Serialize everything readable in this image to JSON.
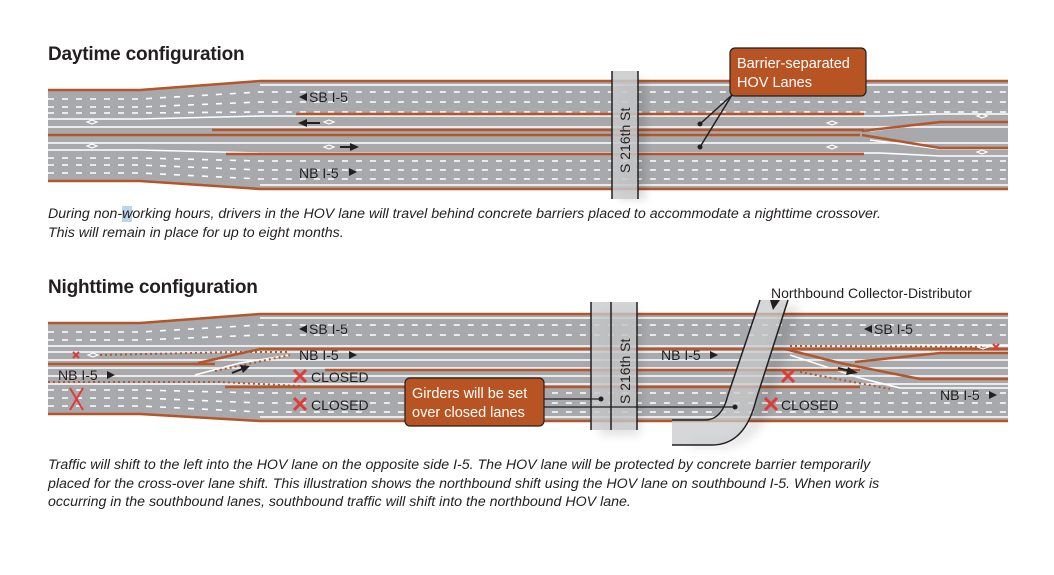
{
  "colors": {
    "road": "#a7a9ac",
    "barrier": "#b5562a",
    "lane_line": "#ffffff",
    "callout_fill": "#b85424",
    "closed_x": "#e03a3a",
    "text": "#231f20"
  },
  "daytime": {
    "title": "Daytime configuration",
    "labels": {
      "sb": "SB I-5",
      "nb": "NB I-5",
      "street": "S 216th St"
    },
    "callout": {
      "line1": "Barrier-separated",
      "line2": "HOV Lanes"
    },
    "caption": {
      "line1_pre": "During non-",
      "line1_hl": "w",
      "line1_post": "orking hours, drivers in the HOV lane will travel behind concrete barriers placed to accommodate a nighttime crossover.",
      "line2": "This will remain in place for up to eight months."
    }
  },
  "nighttime": {
    "title": "Nighttime configuration",
    "labels": {
      "sb_left": "SB I-5",
      "nb_left_entry": "NB I-5",
      "nb_shifted": "NB I-5",
      "closed_1": "CLOSED",
      "closed_2": "CLOSED",
      "street": "S 216th St",
      "nb_mid": "NB I-5",
      "cd_road": "Northbound Collector-Distributor",
      "sb_right": "SB I-5",
      "closed_3": "CLOSED",
      "nb_right": "NB I-5"
    },
    "callout": {
      "line1": "Girders will be set",
      "line2": "over closed lanes"
    },
    "caption": {
      "line1": "Traffic will shift to the left into the HOV lane on the opposite side I-5. The HOV lane will be protected by concrete barrier temporarily",
      "line2": "placed for the cross-over lane shift. This illustration shows the northbound shift using the HOV lane on southbound I-5. When work is",
      "line3": "occurring in the southbound lanes, southbound traffic will shift into the northbound HOV lane."
    }
  }
}
